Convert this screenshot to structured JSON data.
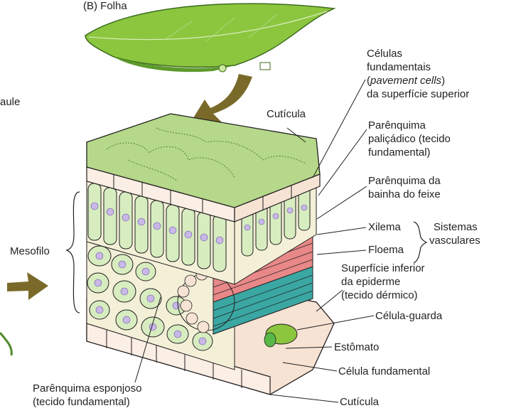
{
  "panel_title": "(B) Folha",
  "labels": {
    "caule_fragment": "aule",
    "pavement_1": "Células",
    "pavement_2": "fundamentais",
    "pavement_3_open": "(",
    "pavement_3_italic": "pavement cells",
    "pavement_3_close": ")",
    "pavement_4": "da superfície superior",
    "cuticula_top": "Cutícula",
    "palisade_1": "Parênquima",
    "palisade_2": "paliçádico (tecido",
    "palisade_3": "fundamental)",
    "sheath_1": "Parênquima da",
    "sheath_2": "bainha do feixe",
    "xilema": "Xilema",
    "floema": "Floema",
    "sistemas_1": "Sistemas",
    "sistemas_2": "vasculares",
    "mesofilo": "Mesofilo",
    "lower_epi_1": "Superfície inferior",
    "lower_epi_2": "da epiderme",
    "lower_epi_3": "(tecido dérmico)",
    "guard_cell": "Célula-guarda",
    "estomato": "Estômato",
    "ground_cell": "Célula fundamental",
    "cuticula_bottom": "Cutícula",
    "spongy_1": "Parênquima esponjoso",
    "spongy_2": "(tecido fundamental)"
  },
  "colors": {
    "leaf_green": "#8cc63f",
    "leaf_dark": "#4f8a2a",
    "arrow_olive": "#7a6a2a",
    "epidermis": "#f6e3d4",
    "mesophyll_cell": "#d7edc0",
    "chloroplast": "#58b947",
    "nucleus": "#c9b8e8",
    "xylem": "#e88888",
    "phloem": "#3aa7a3"
  }
}
